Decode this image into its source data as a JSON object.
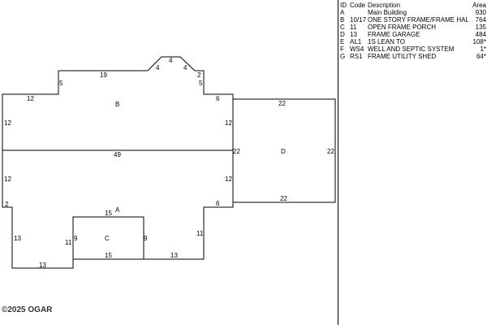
{
  "legend": {
    "headers": {
      "id": "ID",
      "code": "Code",
      "description": "Description",
      "area": "Area"
    },
    "rows": [
      {
        "id": "A",
        "code": "",
        "description": "Main Building",
        "area": "930"
      },
      {
        "id": "B",
        "code": "10/17",
        "description": "ONE STORY FRAME/FRAME HAL...",
        "area": "764"
      },
      {
        "id": "C",
        "code": "11",
        "description": "OPEN FRAME PORCH",
        "area": "135"
      },
      {
        "id": "D",
        "code": "13",
        "description": "FRAME GARAGE",
        "area": "484"
      },
      {
        "id": "E",
        "code": "AL1",
        "description": "1S LEAN TO",
        "area": "108*"
      },
      {
        "id": "F",
        "code": "WS4",
        "description": "WELL AND SEPTIC SYSTEM",
        "area": "1*"
      },
      {
        "id": "G",
        "code": "RS1",
        "description": "FRAME UTILITY SHED",
        "area": "64*"
      }
    ]
  },
  "sketch": {
    "labels": {
      "a": "A",
      "b": "B",
      "c": "C",
      "d": "D"
    },
    "dims": [
      "12",
      "5",
      "19",
      "4",
      "4",
      "4",
      "2",
      "5",
      "6",
      "12",
      "12",
      "49",
      "22",
      "22",
      "22",
      "22",
      "12",
      "12",
      "2",
      "6",
      "15",
      "13",
      "11",
      "9",
      "9",
      "15",
      "13",
      "11",
      "13"
    ]
  },
  "copyright": "©2025 OGAR"
}
